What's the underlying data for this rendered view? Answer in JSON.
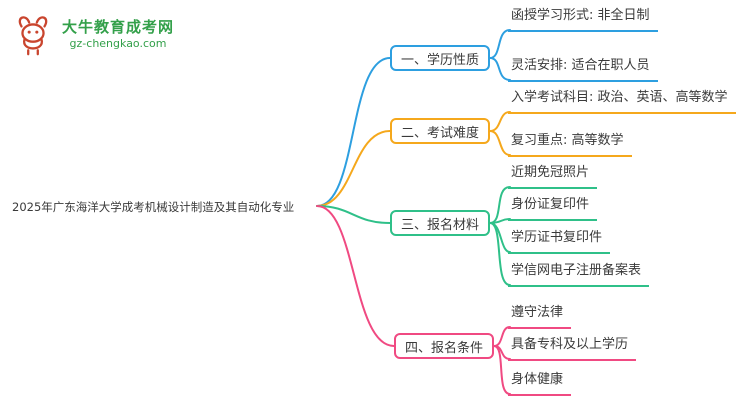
{
  "logo": {
    "name": "大牛教育成考网",
    "domain": "gz-chengkao.com",
    "icon": "bull-icon",
    "brand_color": "#33a04a",
    "icon_color": "#c9452e"
  },
  "root": {
    "label": "2025年广东海洋大学成考机械设计制造及其自动化专业"
  },
  "branches": [
    {
      "label": "一、学历性质",
      "color": "#2d9fe0",
      "children": [
        "函授学习形式: 非全日制",
        "灵活安排: 适合在职人员"
      ]
    },
    {
      "label": "二、考试难度",
      "color": "#f5a81c",
      "children": [
        "入学考试科目: 政治、英语、高等数学",
        "复习重点: 高等数学"
      ]
    },
    {
      "label": "三、报名材料",
      "color": "#2fc089",
      "children": [
        "近期免冠照片",
        "身份证复印件",
        "学历证书复印件",
        "学信网电子注册备案表"
      ]
    },
    {
      "label": "四、报名条件",
      "color": "#f04a82",
      "children": [
        "遵守法律",
        "具备专科及以上学历",
        "身体健康"
      ]
    }
  ]
}
